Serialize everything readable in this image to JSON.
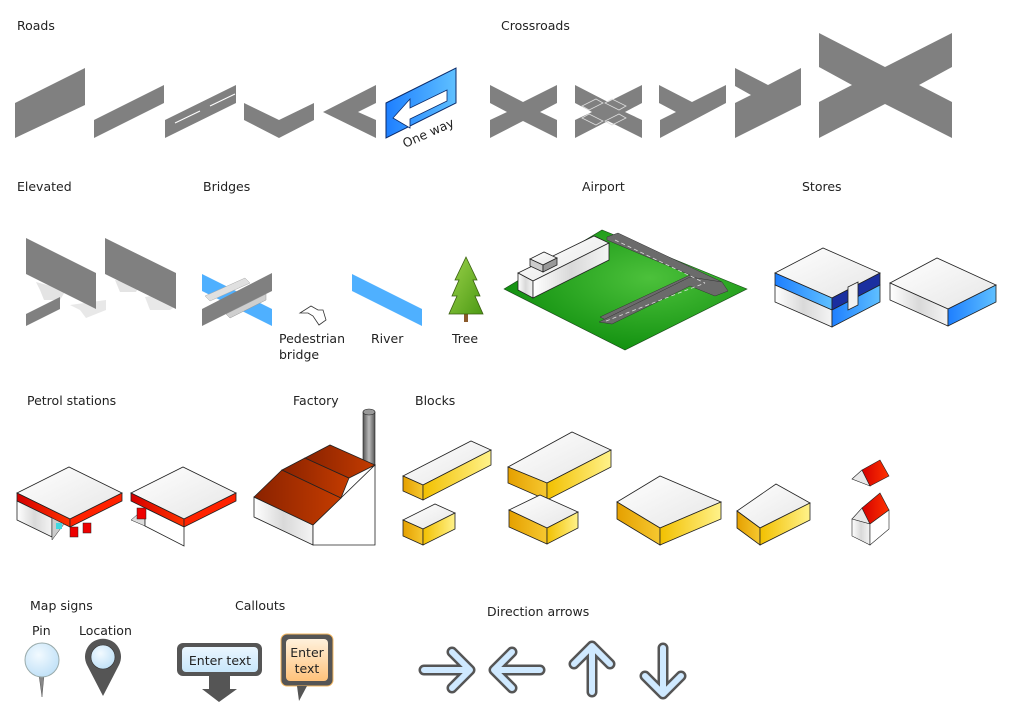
{
  "sections": {
    "roads": "Roads",
    "crossroads": "Crossroads",
    "elevated": "Elevated",
    "bridges": "Bridges",
    "airport": "Airport",
    "stores": "Stores",
    "petrol_stations": "Petrol stations",
    "factory": "Factory",
    "blocks": "Blocks",
    "map_signs": "Map signs",
    "callouts": "Callouts",
    "direction_arrows": "Direction arrows"
  },
  "captions": {
    "one_way": "One way",
    "pedestrian_bridge_line1": "Pedestrian",
    "pedestrian_bridge_line2": "bridge",
    "river": "River",
    "tree": "Tree",
    "pin": "Pin",
    "location": "Location"
  },
  "callouts": {
    "blue_text": "Enter text",
    "orange_text_line1": "Enter",
    "orange_text_line2": "text"
  },
  "colors": {
    "road": "#808080",
    "water": "#4fb0ff",
    "grass": "#2ea12e",
    "store_blue": "#1e90ff",
    "petrol_red": "#ff1a00",
    "factory_roof": "#a83000",
    "block_yellow": "#f5c518",
    "house_roof": "#e81000",
    "arrow_fill": "#cfe9ff",
    "arrow_stroke": "#555555"
  }
}
